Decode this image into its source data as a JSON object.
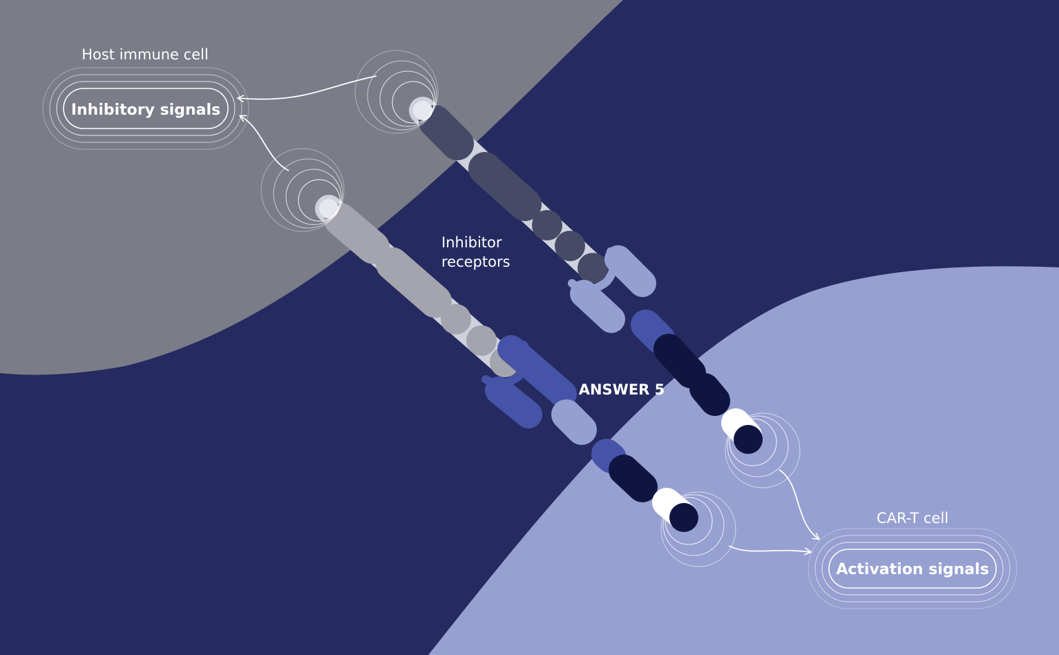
{
  "labels": {
    "host_cell": "Host immune cell",
    "inhibitory_signals": "Inhibitory signals",
    "inhibitor_receptors_line1": "Inhibitor",
    "inhibitor_receptors_line2": "receptors",
    "answer": "ANSWER 5",
    "cart_cell": "CAR-T cell",
    "activation_signals": "Activation signals"
  },
  "colors": {
    "background": "#252b60",
    "host_region": "#7a7c87",
    "cart_region": "#96a0d1",
    "upper_rod": "#474a66",
    "lower_rod": "#a3a4ad",
    "rod_connector": "#cfd2dc",
    "receptor_light": "#95a0d2",
    "receptor_blue": "#4554a8",
    "receptor_dark": "#0f1540",
    "tip_white": "#ffffff"
  }
}
